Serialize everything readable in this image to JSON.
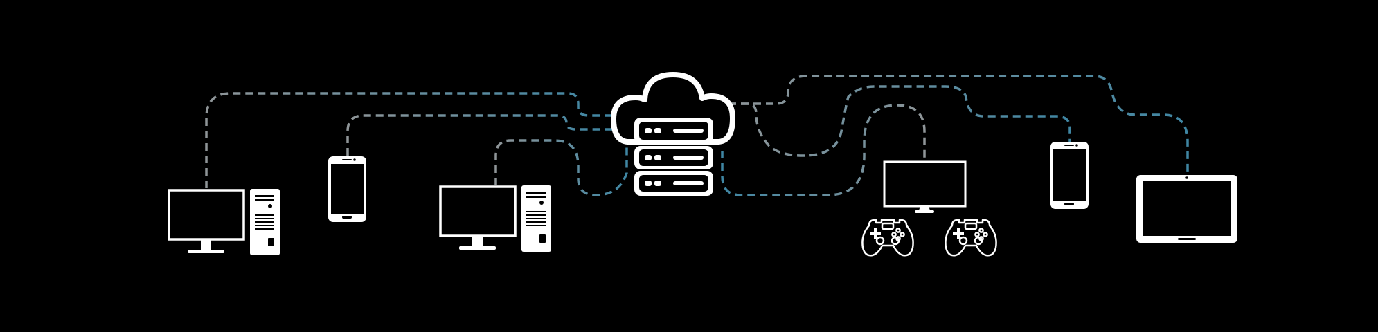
{
  "diagram": {
    "background": "#000000",
    "colors": {
      "icon": "#ffffff",
      "link_gray": "#8f9598",
      "link_blue": "#3f86a3"
    },
    "hub": {
      "icon": "cloud-server-icon"
    },
    "devices": [
      {
        "id": "desktop-left",
        "icon": "desktop-computer-icon"
      },
      {
        "id": "phone-left",
        "icon": "smartphone-icon"
      },
      {
        "id": "desktop-middle",
        "icon": "desktop-computer-icon"
      },
      {
        "id": "tv",
        "icon": "television-icon"
      },
      {
        "id": "gamepad-1",
        "icon": "gamepad-icon"
      },
      {
        "id": "gamepad-2",
        "icon": "gamepad-icon"
      },
      {
        "id": "phone-right",
        "icon": "smartphone-icon"
      },
      {
        "id": "tablet",
        "icon": "tablet-icon"
      }
    ],
    "connections": [
      {
        "from": "hub",
        "to": "desktop-left",
        "style": "gray-to-blue"
      },
      {
        "from": "hub",
        "to": "phone-left",
        "style": "gray-to-blue"
      },
      {
        "from": "hub",
        "to": "desktop-middle",
        "style": "gray-to-blue"
      },
      {
        "from": "hub",
        "to": "tv",
        "style": "blue-to-gray"
      },
      {
        "from": "hub",
        "to": "phone-right",
        "style": "gray-to-blue"
      },
      {
        "from": "hub",
        "to": "tablet",
        "style": "gray-to-blue"
      }
    ]
  }
}
